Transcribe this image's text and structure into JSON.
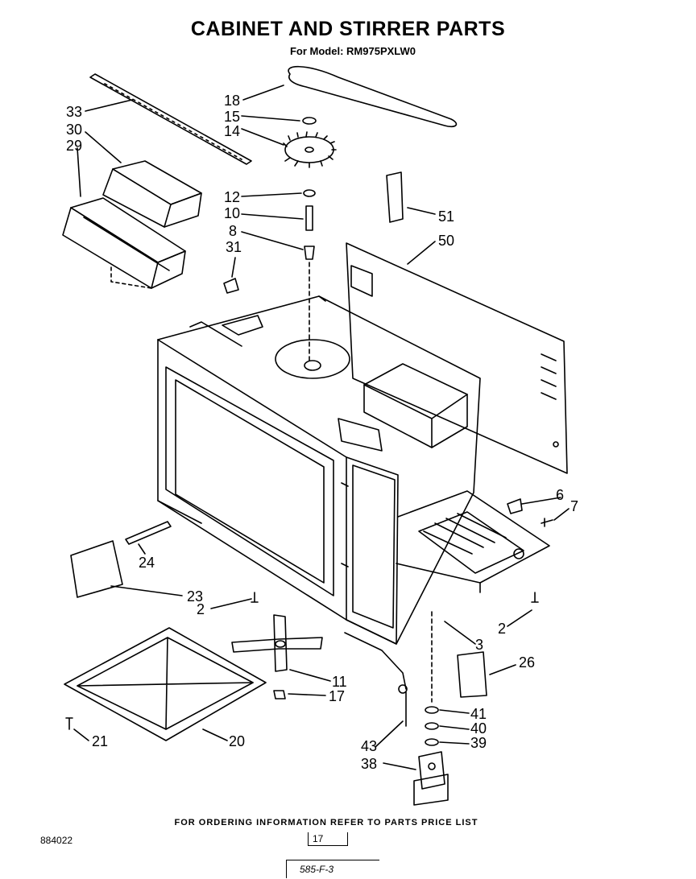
{
  "title": "CABINET AND STIRRER PARTS",
  "model_line": "For Model: RM975PXLW0",
  "callouts": [
    "33",
    "30",
    "29",
    "18",
    "15",
    "14",
    "12",
    "10",
    "8",
    "31",
    "51",
    "50",
    "6",
    "7",
    "24",
    "23",
    "2",
    "2",
    "3",
    "26",
    "11",
    "17",
    "21",
    "20",
    "41",
    "40",
    "39",
    "38",
    "43"
  ],
  "footer_note": "FOR ORDERING INFORMATION REFER TO PARTS PRICE LIST",
  "doc_code": "884022",
  "page_number": "17",
  "sheet_code": "585-F-3"
}
